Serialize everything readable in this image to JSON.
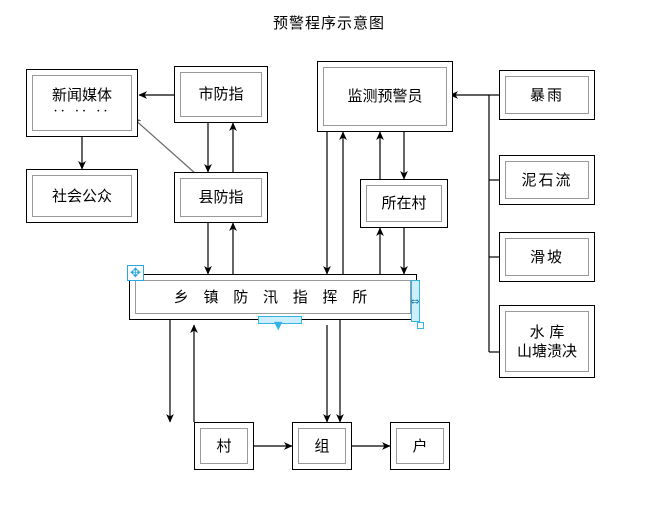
{
  "diagram": {
    "title": "预警程序示意图",
    "nodes": [
      {
        "id": "news-media",
        "label": "新闻媒体",
        "sublabel": "·· ·· ··"
      },
      {
        "id": "public",
        "label": "社会公众"
      },
      {
        "id": "city-flood-hq",
        "label": "市防指"
      },
      {
        "id": "county-flood-hq",
        "label": "县防指"
      },
      {
        "id": "township-flood-hq",
        "label": "乡 镇 防 汛 指 挥 所"
      },
      {
        "id": "monitor-officer",
        "label": "监测预警员"
      },
      {
        "id": "local-village",
        "label": "所在村"
      },
      {
        "id": "rainstorm",
        "label": "暴雨"
      },
      {
        "id": "debris-flow",
        "label": "泥石流"
      },
      {
        "id": "landslide",
        "label": "滑坡"
      },
      {
        "id": "reservoir",
        "label": "水  库",
        "sublabel": "山塘溃决"
      },
      {
        "id": "village",
        "label": "村"
      },
      {
        "id": "group",
        "label": "组"
      },
      {
        "id": "household",
        "label": "户"
      }
    ],
    "selection": {
      "selected_node": "township-flood-hq",
      "handles": [
        {
          "name": "move-handle",
          "icon": "move-cross-icon"
        },
        {
          "name": "resize-handle-right",
          "icon": "resize-horizontal-icon"
        },
        {
          "name": "resize-handle-bottom",
          "icon": "resize-vertical-icon"
        },
        {
          "name": "resize-handle-corner",
          "icon": "resize-corner-icon"
        }
      ]
    },
    "colors": {
      "node_border": "#000000",
      "node_inner_border": "#9a9a9a",
      "edge": "#000000",
      "diagonal_edge": "#6a6a6a",
      "selection": "#36b3e6",
      "selection_fill": "#cdeefb",
      "background": "#ffffff"
    }
  }
}
